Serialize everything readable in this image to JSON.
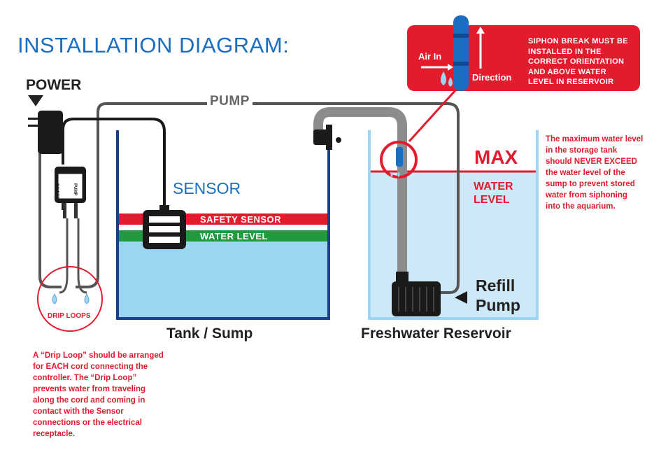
{
  "title": "INSTALLATION DIAGRAM:",
  "labels": {
    "power": "POWER",
    "pump": "PUMP",
    "sensor": "SENSOR",
    "safety_sensor": "SAFETY SENSOR",
    "water_level": "WATER LEVEL",
    "tank_sump": "Tank / Sump",
    "freshwater_reservoir": "Freshwater Reservoir",
    "max": "MAX",
    "max_water_level": "WATER LEVEL",
    "refill_pump": "Refill Pump",
    "drip_loops": "DRIP LOOPS",
    "controller_power": "POWER",
    "controller_pump": "PUMP"
  },
  "siphon_box": {
    "air_in": "Air In",
    "direction": "Direction",
    "note": "SIPHON BREAK MUST BE INSTALLED IN THE CORRECT ORIENTATION AND ABOVE WATER LEVEL IN RESERVOIR"
  },
  "notes": {
    "reservoir": "The maximum water level in the storage tank should NEVER EXCEED the water level of the sump to prevent stored water from siphoning into the aquarium.",
    "drip_loop": "A “Drip Loop” should be arranged for EACH cord connecting the controller. The “Drip Loop” prevents water from traveling along the cord and coming in contact with the Sensor connections or the electrical receptacle."
  },
  "colors": {
    "title_blue": "#1a6dbf",
    "alert_red": "#e21b2d",
    "sensor_green": "#1f9a3e",
    "water_blue": "#9bd5f2",
    "tank_outline": "#1a3f8f",
    "cord_black": "#1a1a1a",
    "tube_gray": "#8c8c8c"
  },
  "icons": [
    "wall-adapter-icon",
    "controller-icon",
    "sensor-icon",
    "siphon-break-icon",
    "refill-pump-icon",
    "water-drop-icon",
    "check-valve-icon"
  ]
}
